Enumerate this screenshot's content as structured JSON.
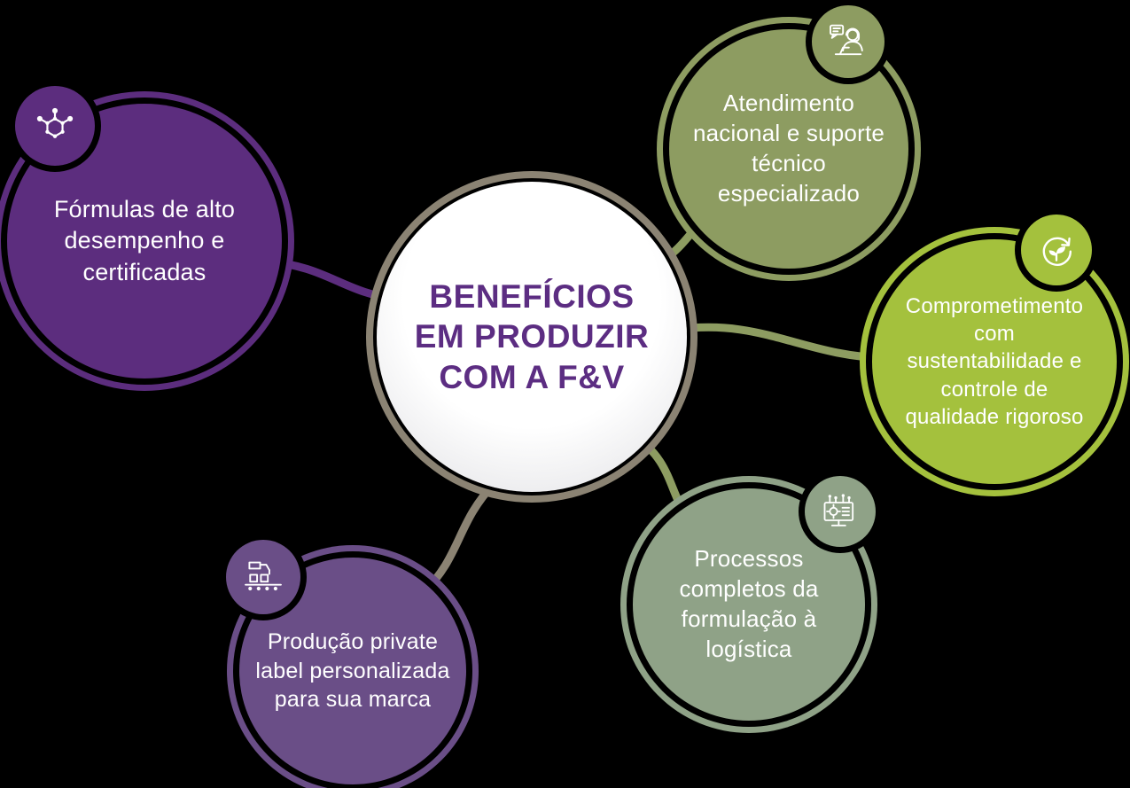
{
  "background_color": "#000000",
  "center": {
    "title": "BENEFÍCIOS EM PRODUZIR COM A F&V",
    "title_lines": [
      "BENEFÍCIOS",
      "EM PRODUZIR",
      "COM A F&V"
    ],
    "text_color": "#5c2d82",
    "fill_color": "#ffffff",
    "ring_color": "#8b8373"
  },
  "nodes": [
    {
      "id": "formulas",
      "label": "Fórmulas de alto desempenho e certificadas",
      "label_lines": [
        "Fórmulas de alto",
        "desempenho e",
        "certificadas"
      ],
      "color": "#5c2d7e",
      "icon": "molecule-icon"
    },
    {
      "id": "atendimento",
      "label": "Atendimento nacional e suporte técnico especializado",
      "label_lines": [
        "Atendimento",
        "nacional e suporte",
        "técnico",
        "especializado"
      ],
      "color": "#8d9c61",
      "icon": "customer-support-icon"
    },
    {
      "id": "sustentabilidade",
      "label": "Comprometimento com sustentabilidade e controle de qualidade rigoroso",
      "label_lines": [
        "Comprometimento",
        "com",
        "sustentabilidade e",
        "controle de",
        "qualidade rigoroso"
      ],
      "color": "#a4c13d",
      "icon": "sustainability-icon"
    },
    {
      "id": "processos",
      "label": "Processos completos da formulação à logística",
      "label_lines": [
        "Processos",
        "completos da",
        "formulação à",
        "logística"
      ],
      "color": "#8fa287",
      "icon": "process-monitor-icon"
    },
    {
      "id": "producao",
      "label": "Produção private label personalizada para sua marca",
      "label_lines": [
        "Produção private",
        "label personalizada",
        "para sua marca"
      ],
      "color": "#6a4e87",
      "icon": "factory-icon"
    }
  ],
  "connectors": [
    {
      "from": "center",
      "to": "formulas",
      "color": "#5c2d7e"
    },
    {
      "from": "center",
      "to": "atendimento",
      "color": "#8d9c61"
    },
    {
      "from": "center",
      "to": "sustentabilidade",
      "color": "#8d9c61"
    },
    {
      "from": "center",
      "to": "processos",
      "color": "#8d9c61"
    },
    {
      "from": "center",
      "to": "producao",
      "color": "#8b8373"
    }
  ]
}
